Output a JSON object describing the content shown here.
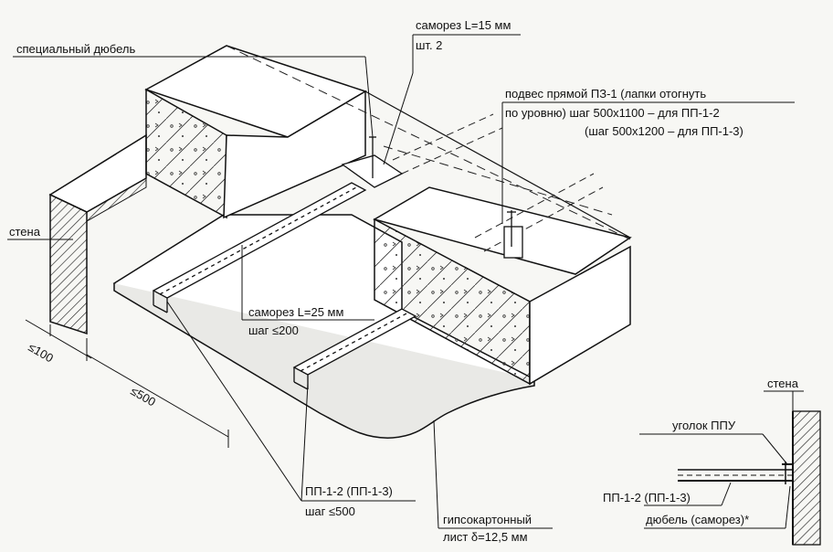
{
  "labels": {
    "special_dowel": "специальный дюбель",
    "screw_15": "саморез L=15 мм",
    "pcs_2": "шт. 2",
    "hanger_line1": "подвес прямой ПЗ-1 (лапки отогнуть",
    "hanger_line2": "по уровню) шаг 500x1100 – для ПП-1-2",
    "hanger_line3": "(шаг 500x1200 – для ПП-1-3)",
    "wall_left": "стена",
    "screw_25": "саморез L=25 мм",
    "step_200": "шаг ≤200",
    "dim_100": "≤100",
    "dim_500": "≤500",
    "profile_main": "ПП-1-2 (ПП-1-3)",
    "step_500": "шаг ≤500",
    "gypsum_line1": "гипсокартонный",
    "gypsum_line2": "лист δ=12,5 мм"
  },
  "detail": {
    "wall": "стена",
    "corner": "уголок ППУ",
    "profile": "ПП-1-2 (ПП-1-3)",
    "dowel": "дюбель (саморез)*"
  }
}
